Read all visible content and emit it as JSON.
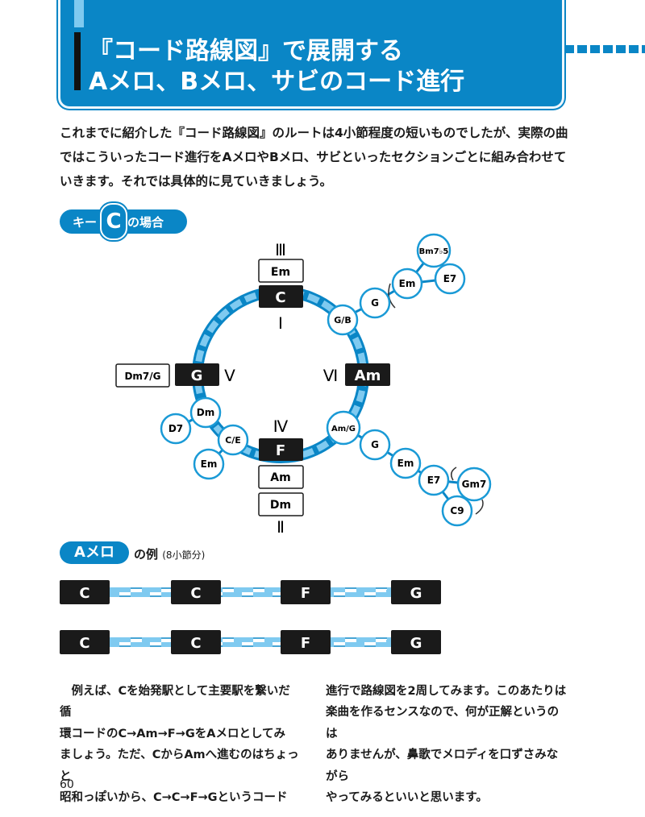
{
  "title": {
    "line1": "『コード路線図』で展開する",
    "line2": "Aメロ、Bメロ、サビのコード進行"
  },
  "intro": [
    "これまでに紹介した『コード路線図』のルートは4小節程度の短いものでしたが、実際の曲",
    "ではこういったコード進行をAメロやBメロ、サビといったセクションごとに組み合わせて",
    "いきます。それでは具体的に見ていきましょう。"
  ],
  "key_section": {
    "prefix": "キー",
    "key": "C",
    "suffix": "の場合"
  },
  "diagram": {
    "main_stations": [
      {
        "id": "I",
        "numeral": "Ⅰ",
        "chord": "C"
      },
      {
        "id": "IV",
        "numeral": "Ⅳ",
        "chord": "F"
      },
      {
        "id": "V",
        "numeral": "Ⅴ",
        "chord": "G"
      },
      {
        "id": "VI",
        "numeral": "Ⅵ",
        "chord": "Am"
      }
    ],
    "alt_boxes": [
      {
        "id": "III",
        "numeral": "Ⅲ",
        "chord": "Em"
      },
      {
        "id": "dm7g",
        "chord": "Dm7/G"
      },
      {
        "id": "am",
        "chord": "Am"
      },
      {
        "id": "II",
        "numeral": "Ⅱ",
        "chord": "Dm"
      }
    ],
    "bubbles": [
      {
        "id": "gb",
        "chord": "G/B"
      },
      {
        "id": "g1",
        "chord": "G"
      },
      {
        "id": "em1",
        "chord": "Em"
      },
      {
        "id": "e7a",
        "chord": "E7"
      },
      {
        "id": "bm7b5",
        "chord": "Bm7♭5"
      },
      {
        "id": "dm",
        "chord": "Dm"
      },
      {
        "id": "d7",
        "chord": "D7"
      },
      {
        "id": "ce",
        "chord": "C/E"
      },
      {
        "id": "em2",
        "chord": "Em"
      },
      {
        "id": "amg",
        "chord": "Am/G"
      },
      {
        "id": "g2",
        "chord": "G"
      },
      {
        "id": "em3",
        "chord": "Em"
      },
      {
        "id": "e7b",
        "chord": "E7"
      },
      {
        "id": "gm7",
        "chord": "Gm7"
      },
      {
        "id": "c9",
        "chord": "C9"
      }
    ]
  },
  "amelo": {
    "badge": "Aメロ",
    "label": "の例",
    "bars": "(8小節分)",
    "rows": [
      [
        "C",
        "C",
        "F",
        "G"
      ],
      [
        "C",
        "C",
        "F",
        "G"
      ]
    ]
  },
  "body": {
    "left": [
      "　例えば、Cを始発駅として主要駅を繋いだ循",
      "環コードのC→Am→F→GをAメロとしてみ",
      "ましょう。ただ、CからAmへ進むのはちょっと",
      "昭和っぽいから、C→C→F→Gというコード"
    ],
    "right": [
      "進行で路線図を2周してみます。このあたりは",
      "楽曲を作るセンスなので、何が正解というのは",
      "ありませんが、鼻歌でメロディを口ずさみながら",
      "やってみるといいと思います。"
    ]
  },
  "page_number": "60",
  "colors": {
    "accent": "#0a86c6",
    "track_light": "#7fcaf0",
    "station": "#1a1a1a"
  }
}
